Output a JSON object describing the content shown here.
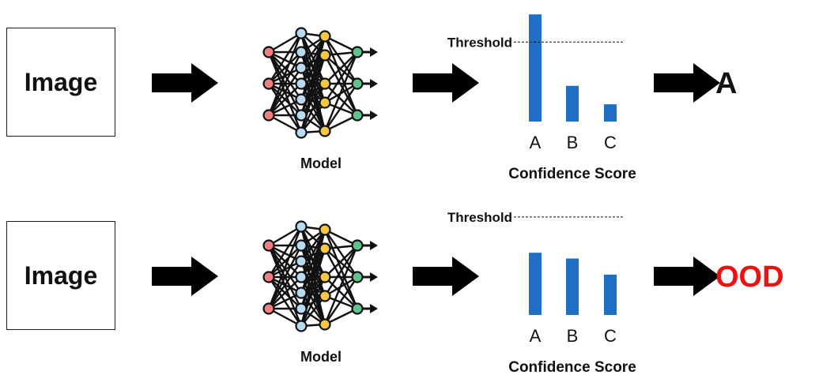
{
  "rows": [
    {
      "image_label": "Image",
      "model_label": "Model",
      "threshold_label": "Threshold",
      "result": "A",
      "result_color": "#111111",
      "chart_data": {
        "type": "bar",
        "categories": [
          "A",
          "B",
          "C"
        ],
        "values": [
          0.93,
          0.31,
          0.15
        ],
        "threshold": 0.69,
        "ylim": [
          0,
          1
        ],
        "xlabel": "Confidence Score",
        "bar_color": "#1f6fc5"
      }
    },
    {
      "image_label": "Image",
      "model_label": "Model",
      "threshold_label": "Threshold",
      "result": "OOD",
      "result_color": "#ee1111",
      "chart_data": {
        "type": "bar",
        "categories": [
          "A",
          "B",
          "C"
        ],
        "values": [
          0.54,
          0.49,
          0.35
        ],
        "threshold": 0.85,
        "ylim": [
          0,
          1
        ],
        "xlabel": "Confidence Score",
        "bar_color": "#1f6fc5"
      }
    }
  ],
  "colors": {
    "arrow": "#000000",
    "input_node": "#f08080",
    "hidden1_node": "#b7dcf2",
    "hidden2_node": "#f7c744",
    "output_node": "#5ec38a",
    "edge": "#111111"
  }
}
